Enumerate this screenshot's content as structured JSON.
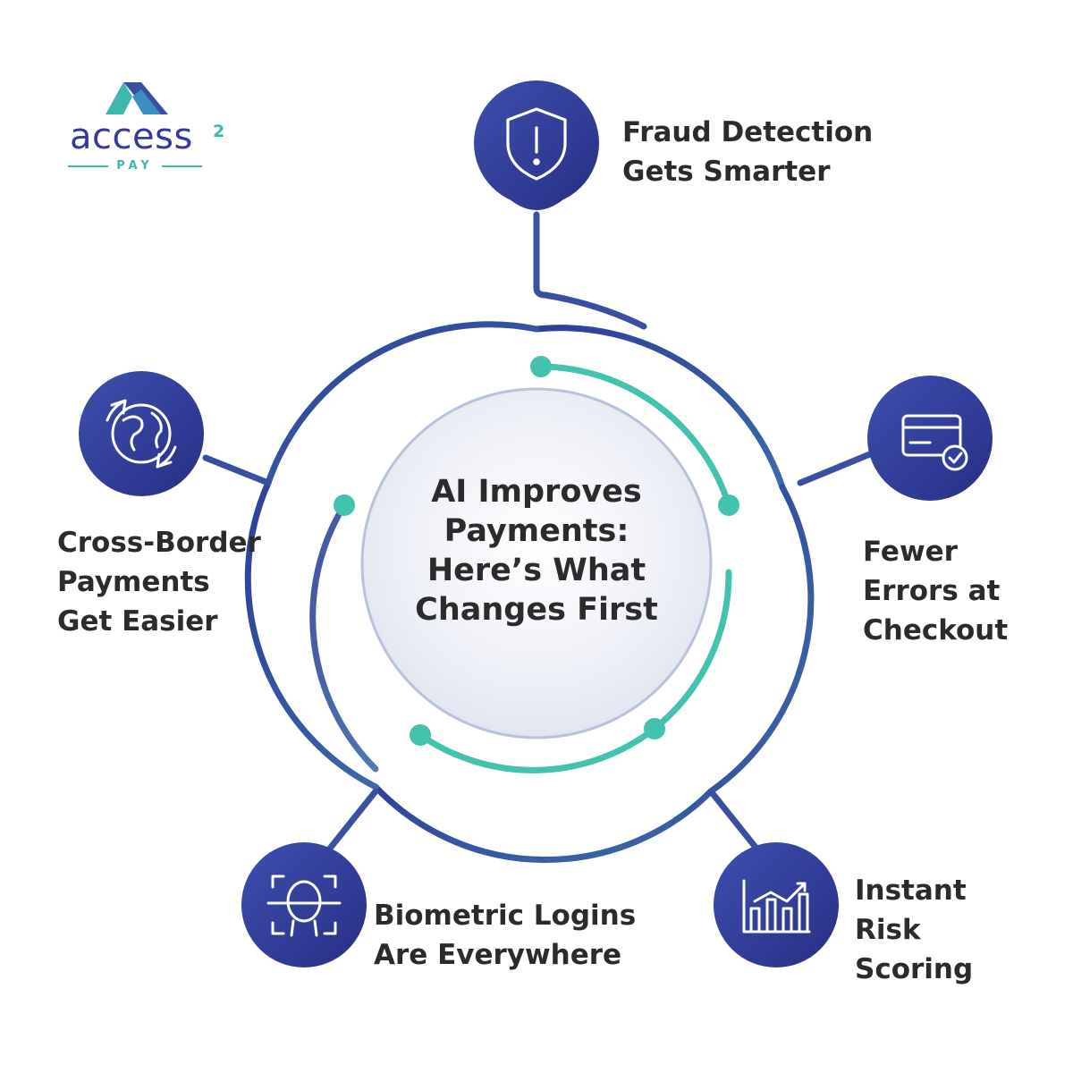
{
  "brand": {
    "name": "access",
    "superscript": "2",
    "tagline": "PAY",
    "colors": {
      "navy": "#35399a",
      "teal": "#3fb8ac"
    }
  },
  "center": {
    "title_lines": [
      "AI Improves",
      "Payments:",
      "Here’s What",
      "Changes First"
    ]
  },
  "items": [
    {
      "icon": "shield-alert-icon",
      "lines": [
        "Fraud Detection",
        "Gets Smarter"
      ]
    },
    {
      "icon": "credit-card-check-icon",
      "lines": [
        "Fewer",
        "Errors at",
        "Checkout"
      ]
    },
    {
      "icon": "bar-chart-trend-icon",
      "lines": [
        "Instant",
        "Risk",
        "Scoring"
      ]
    },
    {
      "icon": "face-scan-icon",
      "lines": [
        "Biometric Logins",
        "Are Everywhere"
      ]
    },
    {
      "icon": "globe-exchange-icon",
      "lines": [
        "Cross-Border",
        "Payments",
        "Get Easier"
      ]
    }
  ],
  "colors": {
    "node_dark": "#2b3490",
    "node_light": "#3d4ea8",
    "outer_ring": "#3a4fa0",
    "inner_ring": "#43c3ad",
    "text": "#2b2b2b"
  }
}
